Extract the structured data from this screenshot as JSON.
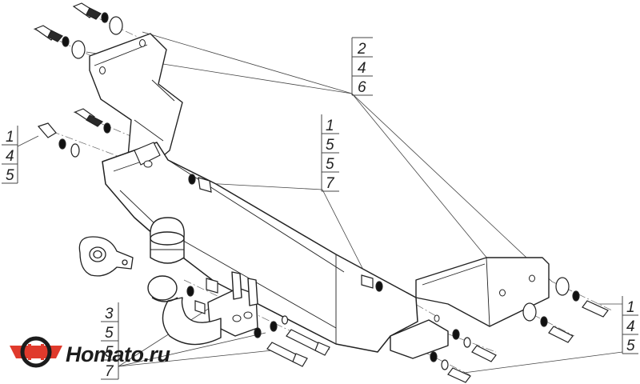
{
  "callouts": [
    {
      "id": "top-right",
      "lines": [
        "2",
        "4",
        "6"
      ]
    },
    {
      "id": "left",
      "lines": [
        "1",
        "4",
        "5"
      ]
    },
    {
      "id": "middle",
      "lines": [
        "1",
        "5",
        "5",
        "7"
      ]
    },
    {
      "id": "bottom-left",
      "lines": [
        "3",
        "5",
        "5",
        "7"
      ]
    },
    {
      "id": "right",
      "lines": [
        "1",
        "4",
        "5"
      ]
    }
  ],
  "watermark": {
    "text": "Homato.ru"
  }
}
